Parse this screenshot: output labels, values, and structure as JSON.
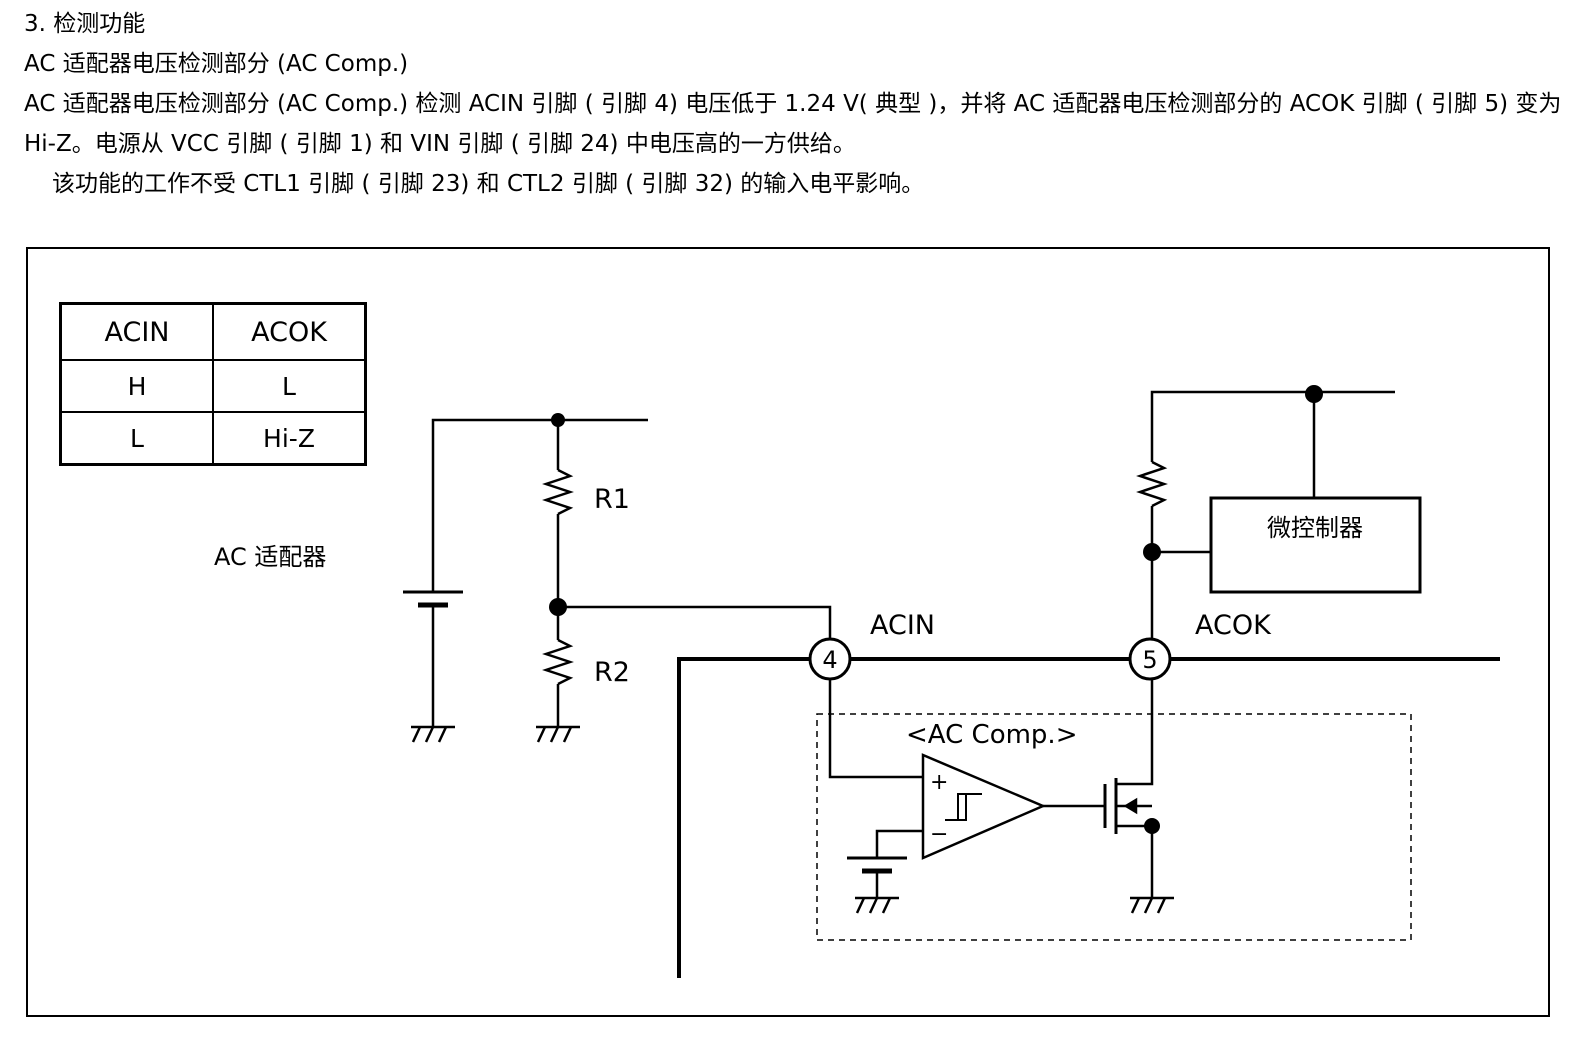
{
  "section": {
    "heading": "3. 检测功能",
    "subheading": "AC 适配器电压检测部分 (AC Comp.)",
    "paragraph1": "AC 适配器电压检测部分 (AC Comp.) 检测 ACIN 引脚 ( 引脚 4) 电压低于 1.24 V( 典型 )，并将 AC 适配器电压检测部分的 ACOK 引脚 ( 引脚 5) 变为 Hi-Z。电源从 VCC 引脚 ( 引脚 1) 和 VIN 引脚 ( 引脚 24) 中电压高的一方供给。",
    "paragraph2": "该功能的工作不受 CTL1 引脚 ( 引脚 23) 和 CTL2 引脚 ( 引脚 32) 的输入电平影响。"
  },
  "truth_table": {
    "headers": [
      "ACIN",
      "ACOK"
    ],
    "rows": [
      [
        "H",
        "L"
      ],
      [
        "L",
        "Hi-Z"
      ]
    ]
  },
  "diagram": {
    "ac_adapter_label": "AC 适配器",
    "r1_label": "R1",
    "r2_label": "R2",
    "pin4_number": "4",
    "pin5_number": "5",
    "acin_label": "ACIN",
    "acok_label": "ACOK",
    "mcu_label": "微控制器",
    "comparator_block_label": "<AC Comp.>",
    "plus_sign": "+",
    "minus_sign": "−"
  }
}
